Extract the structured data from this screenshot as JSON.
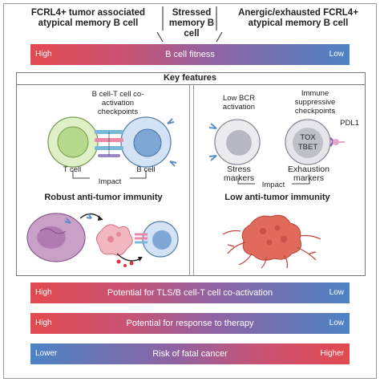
{
  "header": {
    "left_title": "FCRL4+ tumor associated atypical memory B cell",
    "center_title": "Stressed memory B cell",
    "right_title": "Anergic/exhausted FCRL4+ atypical memory B cell"
  },
  "fitness_bar": {
    "low_label": "High",
    "title": "B cell fitness",
    "high_label": "Low"
  },
  "key_features": "Key features",
  "left_panel": {
    "checkpoint_label": "B cell-T cell co-activation checkpoints",
    "t_cell_label": "T cell",
    "b_cell_label": "B cell",
    "impact_label": "Impact",
    "outcome": "Robust anti-tumor immunity"
  },
  "right_panel": {
    "low_bcr_label": "Low BCR activation",
    "immune_label": "Immune suppressive checkpoints",
    "pdl1_label": "PDL1",
    "tox_label": "TOX",
    "tbet_label": "TBET",
    "stress_label": "Stress markers",
    "exhaustion_label": "Exhaustion markers",
    "impact_label": "Impact",
    "outcome": "Low anti-tumor immunity"
  },
  "bottom_bars": [
    {
      "left": "High",
      "title": "Potential for TLS/B cell-T cell co-activation",
      "right": "Low"
    },
    {
      "left": "High",
      "title": "Potential for response to therapy",
      "right": "Low"
    },
    {
      "left": "Lower",
      "title": "Risk of fatal cancer",
      "right": "Higher"
    }
  ],
  "colors": {
    "red": "#e24a4f",
    "purple": "#8f63a3",
    "blue": "#4c83c4",
    "t_cell": "#b7d98c",
    "b_cell": "#8fb5e0",
    "tumor": "#e06a5c"
  }
}
